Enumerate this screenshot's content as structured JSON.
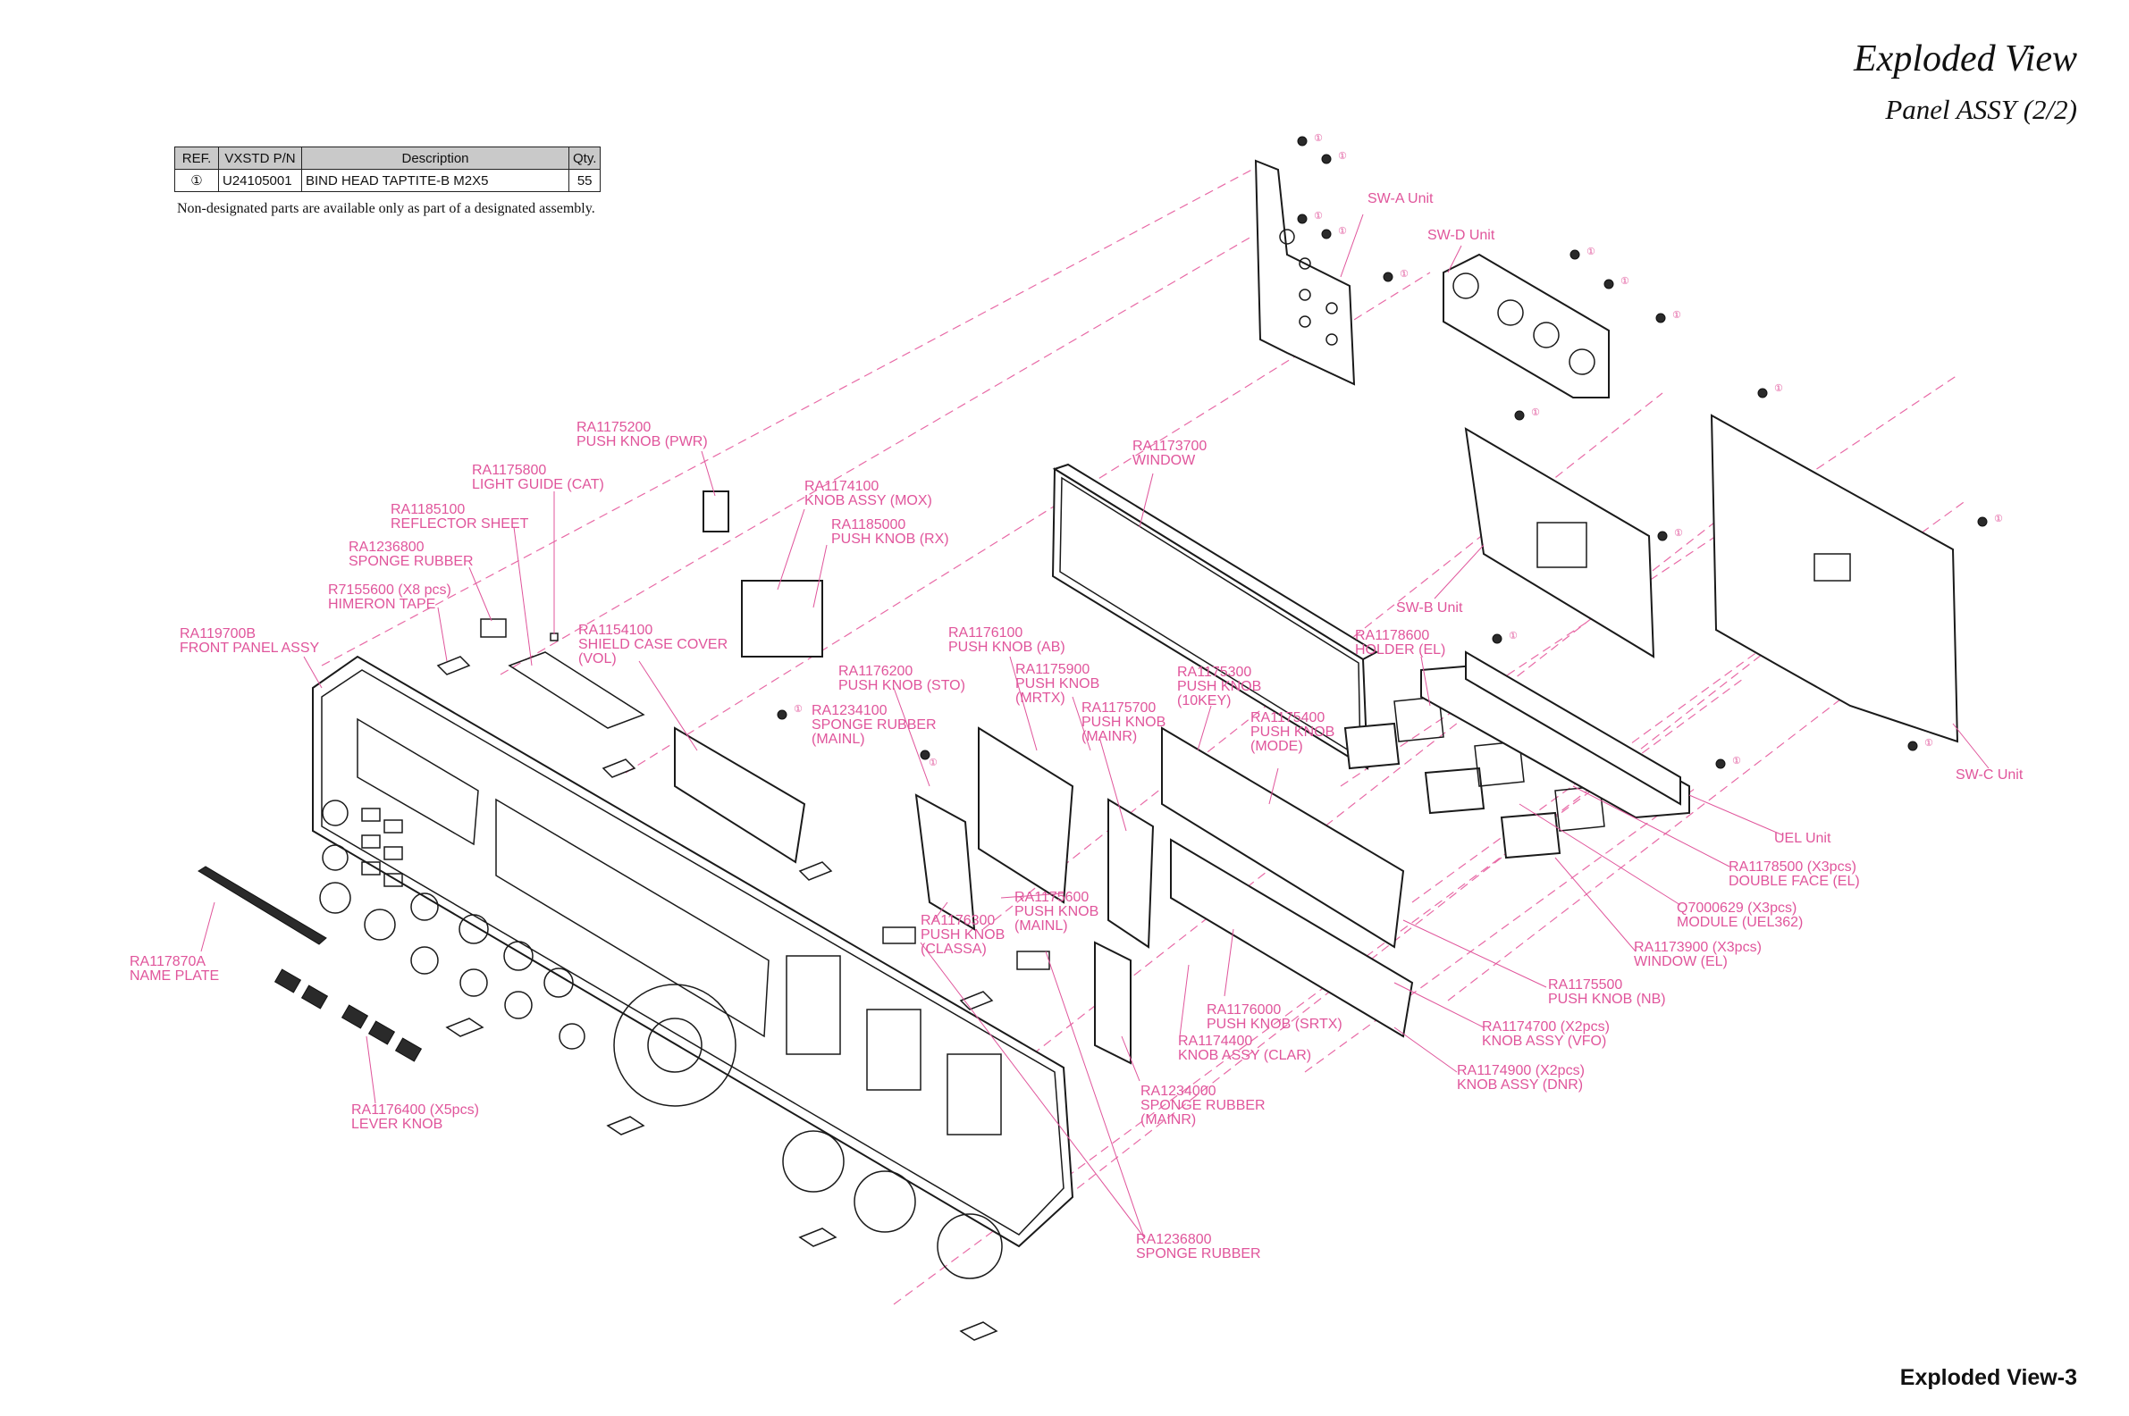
{
  "header": {
    "title": "Exploded View",
    "subtitle": "Panel ASSY (2/2)"
  },
  "footer": {
    "page": "Exploded View-3"
  },
  "table": {
    "headers": [
      "REF.",
      "VXSTD P/N",
      "Description",
      "Qty."
    ],
    "rows": [
      {
        "ref": "①",
        "pn": "U24105001",
        "desc": "BIND HEAD TAPTITE-B M2X5",
        "qty": "55"
      }
    ]
  },
  "note": "Non-designated parts are available only as part of a designated assembly.",
  "screw_ref": "①",
  "labels": [
    {
      "id": "pwr",
      "lines": [
        "RA1175200",
        "PUSH KNOB (PWR)"
      ]
    },
    {
      "id": "cat",
      "lines": [
        "RA1175800",
        "LIGHT GUIDE (CAT)"
      ]
    },
    {
      "id": "reflector",
      "lines": [
        "RA1185100",
        "REFLECTOR SHEET"
      ]
    },
    {
      "id": "sponge1",
      "lines": [
        "RA1236800",
        "SPONGE RUBBER"
      ]
    },
    {
      "id": "himeron",
      "lines": [
        "R7155600 (X8 pcs)",
        "HIMERON TAPE"
      ]
    },
    {
      "id": "front",
      "lines": [
        "RA119700B",
        "FRONT PANEL ASSY"
      ]
    },
    {
      "id": "mox",
      "lines": [
        "RA1174100",
        "KNOB ASSY (MOX)"
      ]
    },
    {
      "id": "rx",
      "lines": [
        "RA1185000",
        "PUSH KNOB (RX)"
      ]
    },
    {
      "id": "shield",
      "lines": [
        "RA1154100",
        "SHIELD CASE COVER",
        "(VOL)"
      ]
    },
    {
      "id": "window",
      "lines": [
        "RA1173700",
        "WINDOW"
      ]
    },
    {
      "id": "ab",
      "lines": [
        "RA1176100",
        "PUSH KNOB (AB)"
      ]
    },
    {
      "id": "sto",
      "lines": [
        "RA1176200",
        "PUSH KNOB (STO)"
      ]
    },
    {
      "id": "mrtx",
      "lines": [
        "RA1175900",
        "PUSH KNOB",
        "(MRTX)"
      ]
    },
    {
      "id": "mainl_sp",
      "lines": [
        "RA1234100",
        "SPONGE RUBBER",
        "(MAINL)"
      ]
    },
    {
      "id": "mainr",
      "lines": [
        "RA1175700",
        "PUSH KNOB",
        "(MAINR)"
      ]
    },
    {
      "id": "tenkey",
      "lines": [
        "RA1175300",
        "PUSH KNOB",
        "(10KEY)"
      ]
    },
    {
      "id": "mode",
      "lines": [
        "RA1175400",
        "PUSH KNOB",
        "(MODE)"
      ]
    },
    {
      "id": "holder",
      "lines": [
        "RA1178600",
        "HOLDER (EL)"
      ]
    },
    {
      "id": "swa",
      "lines": [
        "SW-A Unit"
      ]
    },
    {
      "id": "swd",
      "lines": [
        "SW-D Unit"
      ]
    },
    {
      "id": "swb",
      "lines": [
        "SW-B Unit"
      ]
    },
    {
      "id": "swc",
      "lines": [
        "SW-C Unit"
      ]
    },
    {
      "id": "uel",
      "lines": [
        "UEL Unit"
      ]
    },
    {
      "id": "dface",
      "lines": [
        "RA1178500 (X3pcs)",
        "DOUBLE FACE (EL)"
      ]
    },
    {
      "id": "module",
      "lines": [
        "Q7000629 (X3pcs)",
        "MODULE (UEL362)"
      ]
    },
    {
      "id": "window_el",
      "lines": [
        "RA1173900 (X3pcs)",
        "WINDOW (EL)"
      ]
    },
    {
      "id": "nb",
      "lines": [
        "RA1175500",
        "PUSH KNOB (NB)"
      ]
    },
    {
      "id": "vfo",
      "lines": [
        "RA1174700 (X2pcs)",
        "KNOB ASSY (VFO)"
      ]
    },
    {
      "id": "dnr",
      "lines": [
        "RA1174900 (X2pcs)",
        "KNOB ASSY (DNR)"
      ]
    },
    {
      "id": "classa",
      "lines": [
        "RA1176300",
        "PUSH KNOB",
        "(CLASSA)"
      ]
    },
    {
      "id": "mainl",
      "lines": [
        "RA1175600",
        "PUSH KNOB",
        "(MAINL)"
      ]
    },
    {
      "id": "srtx",
      "lines": [
        "RA1176000",
        "PUSH KNOB (SRTX)"
      ]
    },
    {
      "id": "clar",
      "lines": [
        "RA1174400",
        "KNOB ASSY (CLAR)"
      ]
    },
    {
      "id": "mainr_sp",
      "lines": [
        "RA1234000",
        "SPONGE RUBBER",
        "(MAINR)"
      ]
    },
    {
      "id": "sponge2",
      "lines": [
        "RA1236800",
        "SPONGE RUBBER"
      ]
    },
    {
      "id": "nameplate",
      "lines": [
        "RA117870A",
        "NAME PLATE"
      ]
    },
    {
      "id": "lever",
      "lines": [
        "RA1176400 (X5pcs)",
        "LEVER KNOB"
      ]
    }
  ]
}
